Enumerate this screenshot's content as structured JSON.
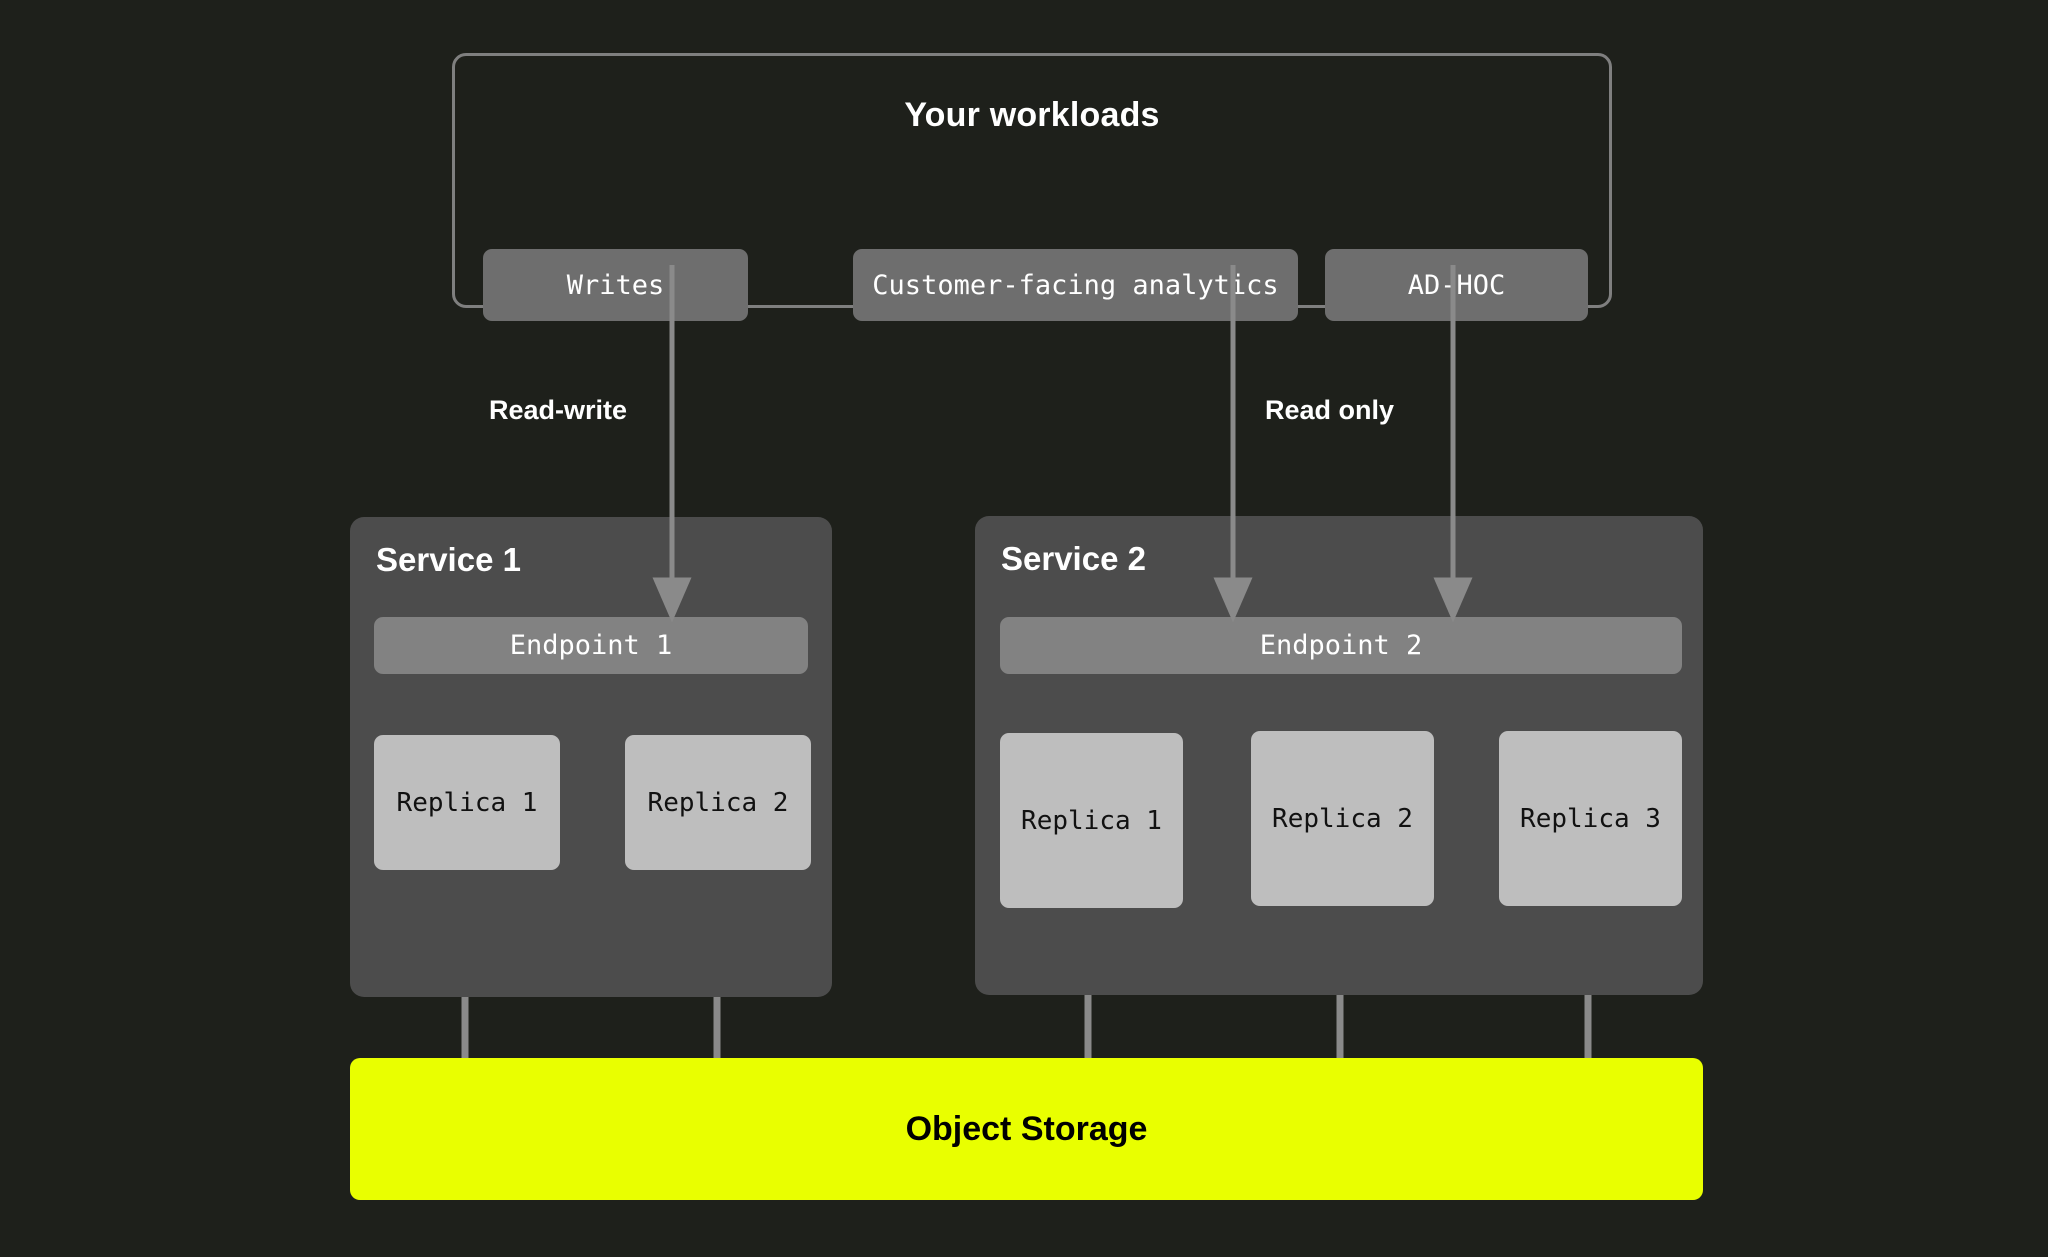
{
  "theme": {
    "background": "#1e201b",
    "panel": "#4c4c4c",
    "chip": "#6e6e6e",
    "endpoint": "#828282",
    "replica": "#bebebe",
    "accent_yellow": "#e9ff00",
    "wire": "#8a8a8a",
    "text_light": "#ffffff",
    "text_dark": "#000000"
  },
  "workloads": {
    "title": "Your workloads",
    "chips": [
      {
        "id": "writes",
        "label": "Writes"
      },
      {
        "id": "analytics",
        "label": "Customer-facing analytics"
      },
      {
        "id": "adhoc",
        "label": "AD-HOC"
      }
    ]
  },
  "edges": {
    "read_write_label": "Read-write",
    "read_only_label": "Read only"
  },
  "services": [
    {
      "id": "service-1",
      "title": "Service 1",
      "endpoint": "Endpoint 1",
      "replicas": [
        {
          "label": "Replica 1"
        },
        {
          "label": "Replica 2"
        }
      ]
    },
    {
      "id": "service-2",
      "title": "Service 2",
      "endpoint": "Endpoint 2",
      "replicas": [
        {
          "label": "Replica 1"
        },
        {
          "label": "Replica 2"
        },
        {
          "label": "Replica 3"
        }
      ]
    }
  ],
  "storage": {
    "label": "Object Storage"
  }
}
